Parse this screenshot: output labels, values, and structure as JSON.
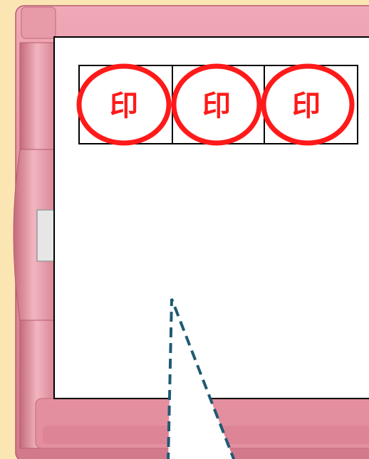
{
  "colors": {
    "background": "#fbe6b3",
    "case_pink": "#e08a9a",
    "case_light": "#f2b5c0",
    "case_dark": "#c56a7c",
    "stamp_red": "#ff1a1a",
    "pointer_stroke": "#1f5a73"
  },
  "document": {
    "stamp_boxes": [
      {
        "seal_text": "印"
      },
      {
        "seal_text": "印"
      },
      {
        "seal_text": "印"
      }
    ]
  },
  "icons": {
    "side_latch": "latch-icon",
    "pointer": "callout-pointer"
  }
}
